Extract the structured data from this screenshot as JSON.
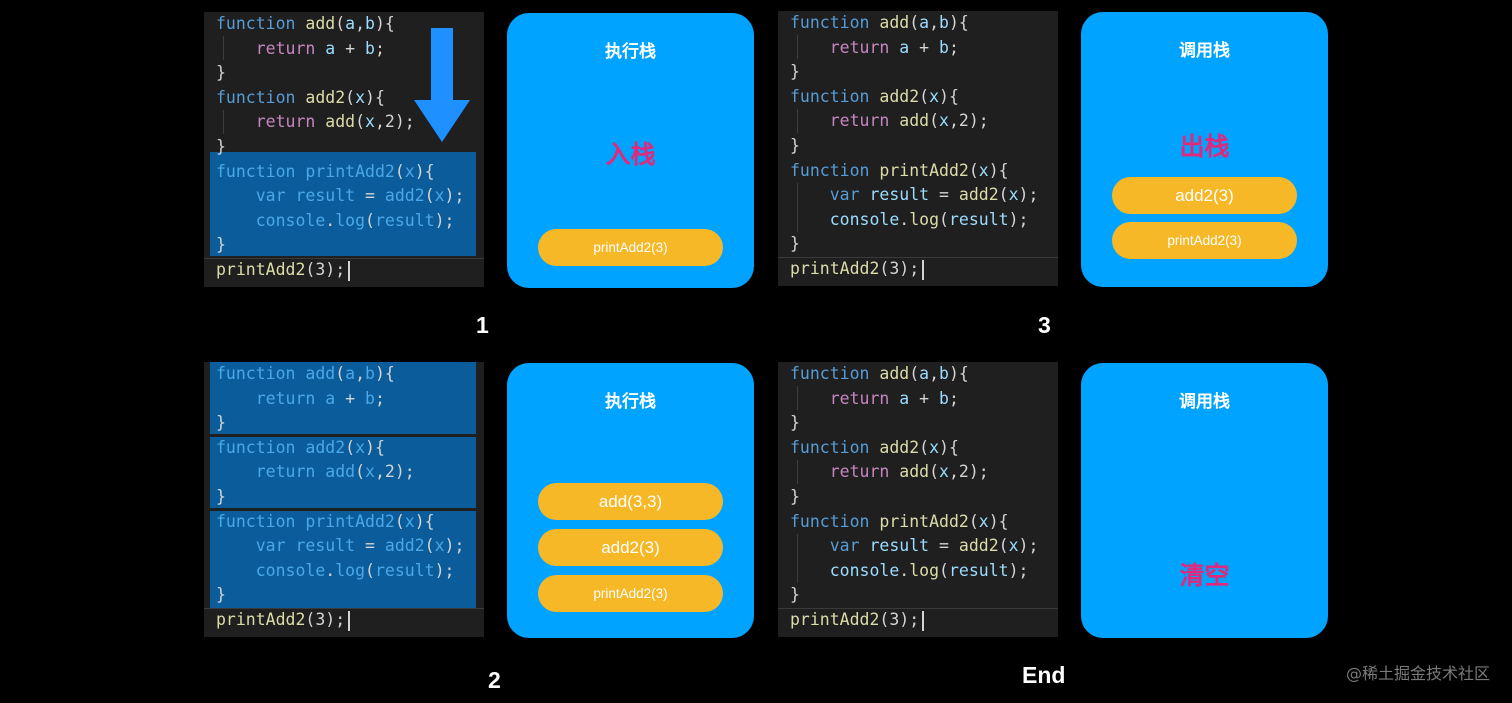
{
  "code_lines": [
    "function add(a,b){",
    "    return a + b;",
    "}",
    "function add2(x){",
    "    return add(x,2);",
    "}",
    "function printAdd2(x){",
    "    var result = add2(x);",
    "    console.log(result);",
    "}",
    "printAdd2(3);"
  ],
  "panels": {
    "p1": {
      "title": "执行栈",
      "status": "入栈",
      "frames": [
        "printAdd2(3)"
      ]
    },
    "p2": {
      "title": "执行栈",
      "status": "",
      "frames": [
        "add(3,3)",
        "add2(3)",
        "printAdd2(3)"
      ]
    },
    "p3": {
      "title": "调用栈",
      "status": "出栈",
      "frames": [
        "add2(3)",
        "printAdd2(3)"
      ]
    },
    "p4": {
      "title": "调用栈",
      "status": "清空",
      "frames": []
    }
  },
  "steps": {
    "s1": "1",
    "s2": "2",
    "s3": "3",
    "s4": "End"
  },
  "watermark": "@稀土掘金技术社区",
  "colors": {
    "panel": "#00a3ff",
    "frame": "#f6b826",
    "status": "#e2287a",
    "highlight": "#0b5c9a"
  }
}
